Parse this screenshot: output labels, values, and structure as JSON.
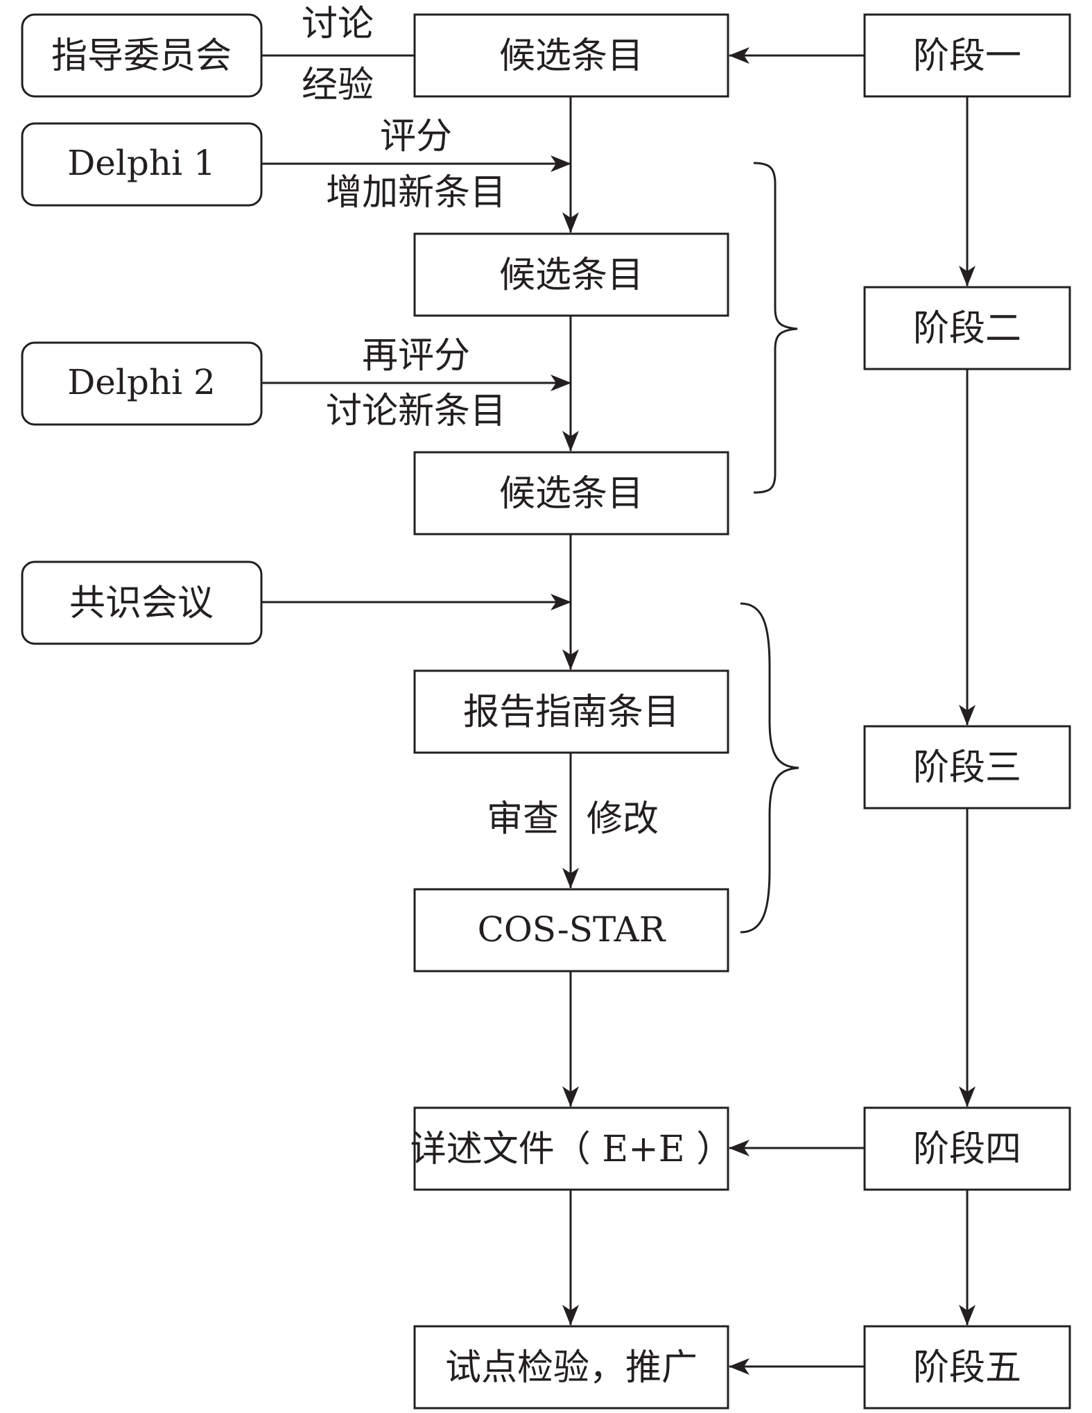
{
  "inputs": {
    "steering": "指导委员会",
    "delphi1": "Delphi 1",
    "delphi2": "Delphi 2",
    "consensus": "共识会议"
  },
  "center": {
    "candidate1": "候选条目",
    "candidate2": "候选条目",
    "candidate3": "候选条目",
    "guideline": "报告指南条目",
    "cosstar": "COS-STAR",
    "ee": "详述文件（ E+E ）",
    "pilot": "试点检验，推广"
  },
  "stages": {
    "s1": "阶段一",
    "s2": "阶段二",
    "s3": "阶段三",
    "s4": "阶段四",
    "s5": "阶段五"
  },
  "labels": {
    "discuss": "讨论",
    "experience": "经验",
    "score": "评分",
    "add_new": "增加新条目",
    "rescore": "再评分",
    "discuss_new": "讨论新条目",
    "review": "审查",
    "revise": "修改"
  },
  "colors": {
    "stroke": "#231f20",
    "background": "#ffffff"
  }
}
